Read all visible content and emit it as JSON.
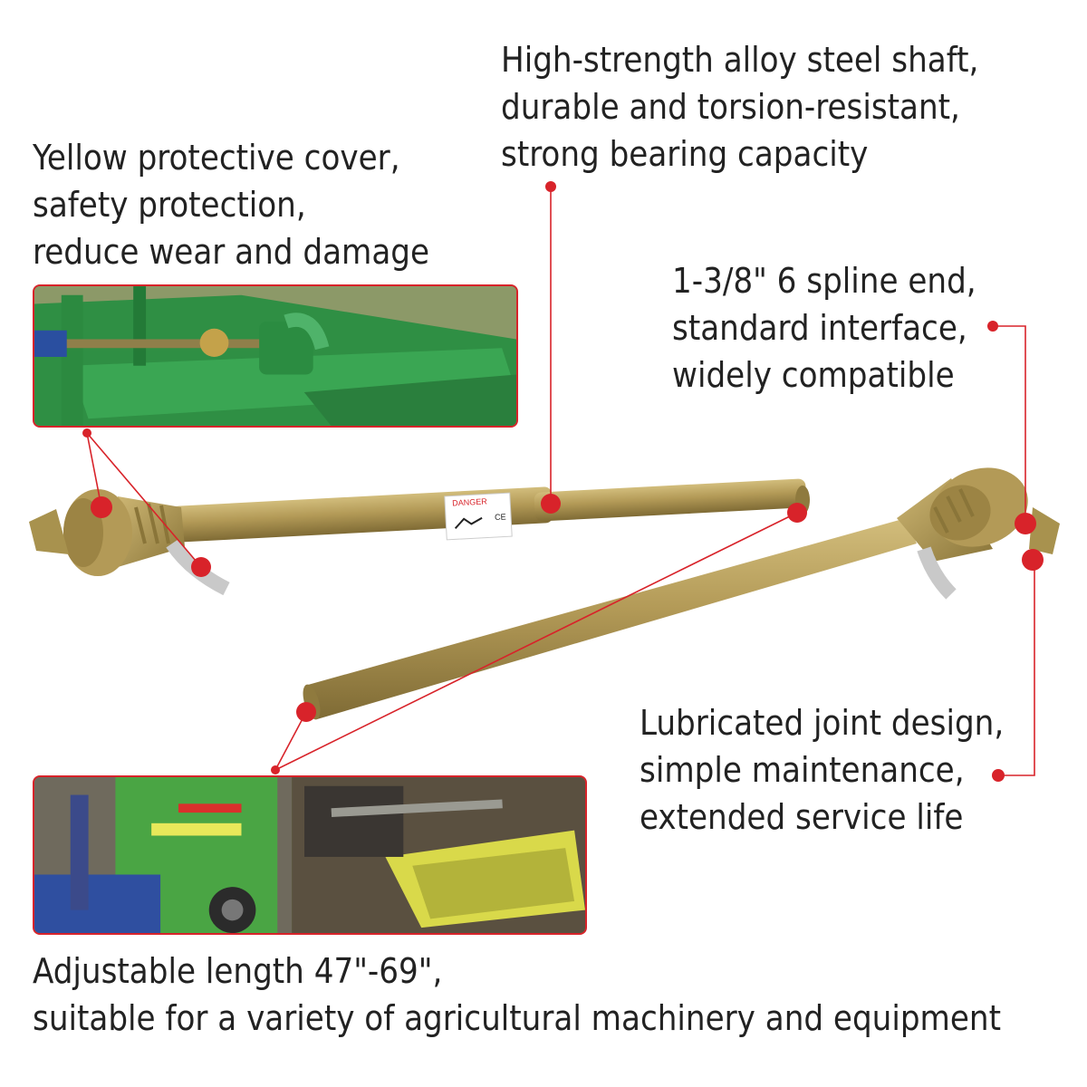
{
  "callouts": {
    "steel": {
      "line1": "High-strength alloy steel shaft,",
      "line2": "durable and torsion-resistant,",
      "line3": "strong bearing capacity"
    },
    "cover": {
      "line1": "Yellow protective cover,",
      "line2": "safety protection,",
      "line3": "reduce wear and damage"
    },
    "spline": {
      "line1": "1-3/8\" 6 spline end,",
      "line2": "standard interface,",
      "line3": "widely compatible"
    },
    "joint": {
      "line1": "Lubricated joint design,",
      "line2": "simple maintenance,",
      "line3": "extended service life"
    },
    "length": {
      "line1": "Adjustable length 47\"-69\",",
      "line2": "suitable for a variety of agricultural machinery and equipment"
    }
  },
  "label": {
    "warning": "DANGER",
    "mark": "CE"
  },
  "colors": {
    "accent": "#d8232a",
    "shaft": "#b39a57",
    "shaft_dark": "#8f7a3e",
    "machine_green": "#2f9a4a"
  }
}
